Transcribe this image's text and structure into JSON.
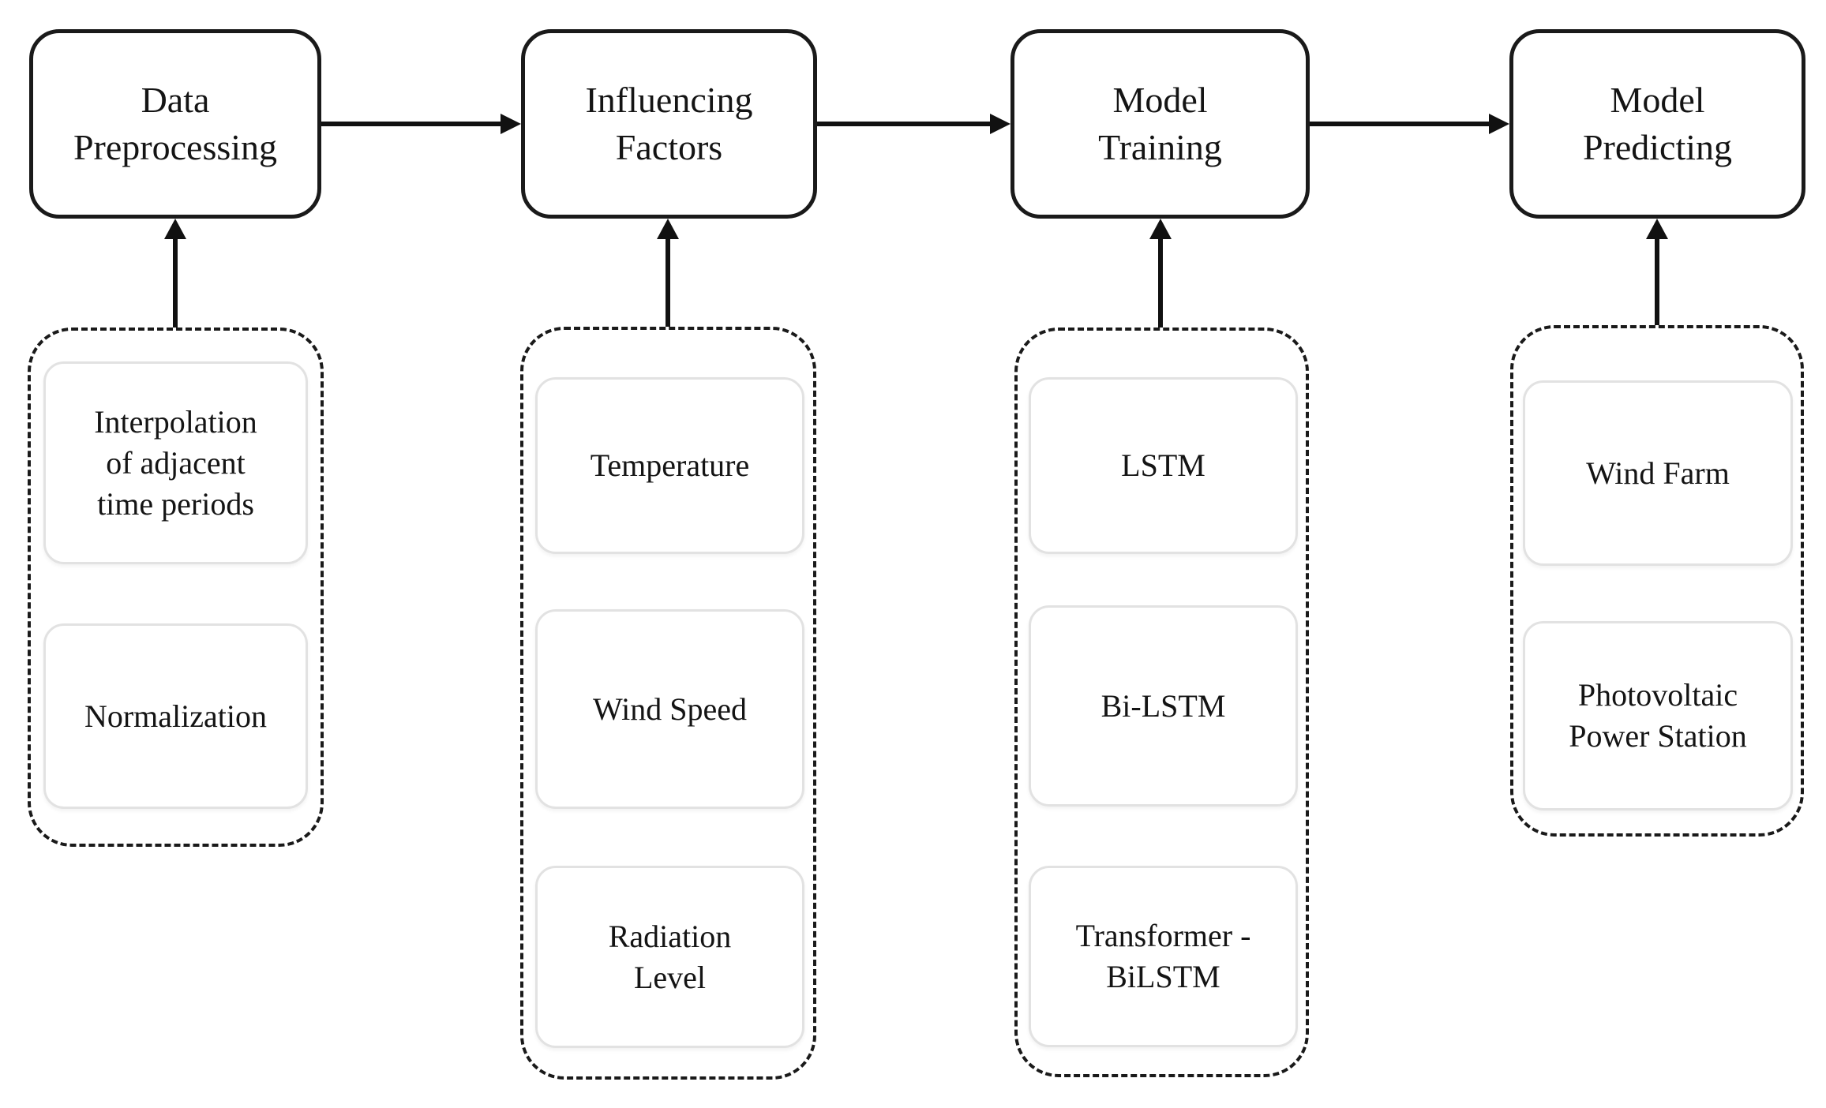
{
  "figure": {
    "type": "flowchart",
    "background": "#ffffff",
    "colors": {
      "stage_border": "#1a1a1a",
      "group_border": "#1a1a1a",
      "item_border": "#e2e2e2",
      "arrow": "#111111",
      "text": "#141414"
    },
    "stages": [
      {
        "label": "Data\nPreprocessing",
        "children": [
          "Interpolation\nof adjacent\ntime periods",
          "Normalization"
        ]
      },
      {
        "label": "Influencing\nFactors",
        "children": [
          "Temperature",
          "Wind Speed",
          "Radiation\nLevel"
        ]
      },
      {
        "label": "Model\nTraining",
        "children": [
          "LSTM",
          "Bi-LSTM",
          "Transformer -\nBiLSTM"
        ]
      },
      {
        "label": "Model\nPredicting",
        "children": [
          "Wind Farm",
          "Photovoltaic\nPower Station"
        ]
      }
    ],
    "connections": [
      {
        "from": "Data Preprocessing",
        "to": "Influencing Factors",
        "type": "arrow-right"
      },
      {
        "from": "Influencing Factors",
        "to": "Model Training",
        "type": "arrow-right"
      },
      {
        "from": "Model Training",
        "to": "Model Predicting",
        "type": "arrow-right"
      },
      {
        "from": "Data Preprocessing group",
        "to": "Data Preprocessing",
        "type": "arrow-up"
      },
      {
        "from": "Influencing Factors group",
        "to": "Influencing Factors",
        "type": "arrow-up"
      },
      {
        "from": "Model Training group",
        "to": "Model Training",
        "type": "arrow-up"
      },
      {
        "from": "Model Predicting group",
        "to": "Model Predicting",
        "type": "arrow-up"
      }
    ]
  }
}
